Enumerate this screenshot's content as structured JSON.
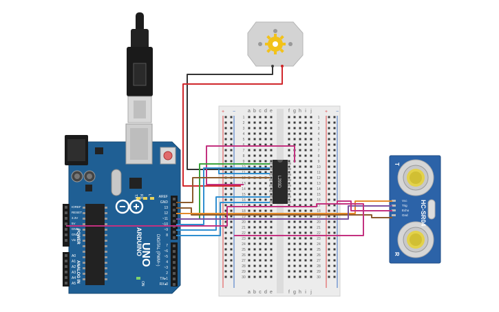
{
  "circuit": {
    "arduino": {
      "brand": "ARDUINO",
      "model": "UNO",
      "digital_label": "DIGITAL (PWM~)",
      "power_label": "POWER",
      "analog_label": "ANALOG IN",
      "on_label": "ON",
      "tx_label": "TX",
      "rx_label": "RX",
      "l_label": "L",
      "aref": "AREF",
      "gnd": "GND",
      "pins_top": [
        "13",
        "12",
        "~11",
        "~10",
        "~9",
        "8"
      ],
      "pins_bottom": [
        "7",
        "~6",
        "~5",
        "4",
        "~3",
        "2",
        "TX▸1",
        "RX◂0"
      ],
      "power_pins": [
        "IOREF",
        "RESET",
        "3.3V",
        "5V",
        "GND",
        "GND",
        "Vin"
      ],
      "analog_pins": [
        "A0",
        "A1",
        "A2",
        "A3",
        "A4",
        "A5"
      ]
    },
    "breadboard": {
      "cols_left": [
        "a",
        "b",
        "c",
        "d",
        "e"
      ],
      "cols_right": [
        "f",
        "g",
        "h",
        "i",
        "j"
      ],
      "row_numbers": [
        "1",
        "2",
        "3",
        "4",
        "5",
        "6",
        "7",
        "8",
        "9",
        "10",
        "11",
        "12",
        "13",
        "14",
        "15",
        "16",
        "17",
        "18",
        "19",
        "20",
        "21",
        "22",
        "23",
        "24",
        "25",
        "26",
        "27",
        "28",
        "29",
        "30"
      ],
      "rail_plus": "+",
      "rail_minus": "−"
    },
    "ic": {
      "label": "L293D"
    },
    "sensor": {
      "label": "HC-SR04",
      "pins": [
        "Vcc",
        "Trig",
        "Echo",
        "Gnd"
      ],
      "t_mark": "T",
      "r_mark": "R"
    },
    "colors": {
      "arduino_board": "#1f5f94",
      "breadboard": "#ececec",
      "sensor_board": "#2c63a8",
      "wire_red": "#d0262b",
      "wire_black": "#333333",
      "wire_green": "#3aa43c",
      "wire_blue": "#2f8ed0",
      "wire_brown": "#8b5a2b",
      "wire_magenta": "#c3317f",
      "wire_purple": "#7b4fa0",
      "wire_orange": "#e48a2a",
      "motor_gear": "#f2c21a"
    }
  }
}
